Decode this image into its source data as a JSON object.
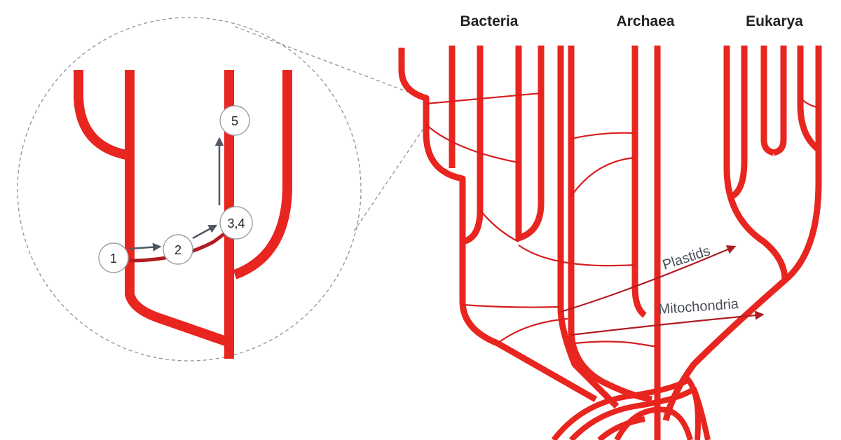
{
  "domains": [
    "Bacteria",
    "Archaea",
    "Eukarya"
  ],
  "annotations": {
    "plastids": "Plastids",
    "mitochondria": "Mitochondria"
  },
  "inset_nodes": [
    "1",
    "2",
    "3,4",
    "5"
  ],
  "colors": {
    "branch": "#e8251f",
    "transfer": "#b01c22",
    "arrow": "#4f5864",
    "lens": "#8b929c",
    "node_fill": "#ffffff",
    "node_stroke": "#9aa0a8",
    "text": "#222222"
  }
}
